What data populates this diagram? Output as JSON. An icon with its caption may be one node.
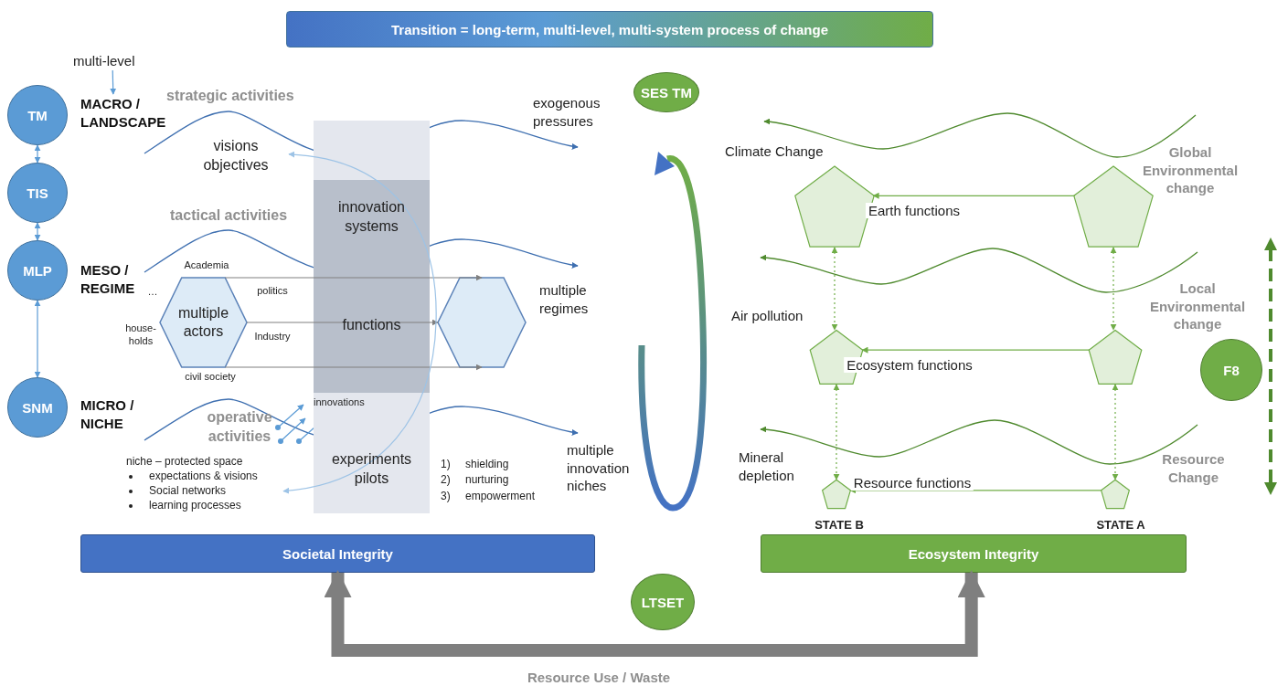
{
  "diagram": {
    "nodes": [
      {
        "text": [
          "Transition = long-term, multi-level, multi-system process of change"
        ]
      },
      {
        "text": [
          "multi-level"
        ]
      },
      {
        "text": [
          "TM"
        ]
      },
      {
        "text": [
          "TIS"
        ]
      },
      {
        "text": [
          "MLP"
        ]
      },
      {
        "text": [
          "SNM"
        ]
      },
      {
        "text": [
          "MACRO / LANDSCAPE"
        ]
      },
      {
        "text": [
          "MESO / REGIME"
        ]
      },
      {
        "text": [
          "MICRO / NICHE"
        ]
      },
      {
        "text": [
          "visions objectives"
        ]
      },
      {
        "text": [
          "multiple actors"
        ],
        "beside": [
          "Academia",
          "politics",
          "Industry",
          "civil society",
          "house- holds",
          "…"
        ]
      },
      {
        "text": [],
        "shape": "hexagon"
      },
      {
        "text": [
          "niche – protected space",
          "expectations & visions",
          "Social networks",
          "learning processes"
        ]
      },
      {
        "text": [
          "SES TM"
        ]
      },
      {
        "text": [],
        "shape": "pentagon"
      },
      {
        "text": [],
        "shape": "pentagon"
      },
      {
        "text": [],
        "shape": "pentagon"
      },
      {
        "text": [],
        "shape": "pentagon"
      },
      {
        "text": [],
        "shape": "pentagon",
        "beside": [
          "STATE B"
        ]
      },
      {
        "text": [],
        "shape": "pentagon",
        "beside": [
          "STATE A"
        ]
      },
      {
        "text": [
          "F8"
        ]
      },
      {
        "text": [
          "Societal Integrity"
        ]
      },
      {
        "text": [
          "Ecosystem Integrity"
        ]
      },
      {
        "text": [
          "LTSET"
        ]
      }
    ],
    "edges": [
      {
        "from": 1,
        "to": 6,
        "arrow": "to",
        "color": "#5b9bd5"
      },
      {
        "from": 2,
        "to": 3,
        "arrow": "both",
        "color": "#5b9bd5"
      },
      {
        "from": 3,
        "to": 4,
        "arrow": "both",
        "color": "#5b9bd5"
      },
      {
        "from": 4,
        "to": 5,
        "arrow": "both",
        "color": "#5b9bd5"
      },
      {
        "from": 10,
        "to": 11,
        "arrow": "to",
        "color": "#808080"
      },
      {
        "from": 10,
        "to": 11,
        "arrow": "to",
        "color": "#808080"
      },
      {
        "from": 10,
        "to": 11,
        "arrow": "to",
        "color": "#808080"
      },
      {
        "from": 9,
        "to": 12,
        "arrow": "both",
        "color": "#9dc3e6"
      },
      {
        "from": 15,
        "to": 14,
        "arrow": "to",
        "label": "Earth functions"
      },
      {
        "from": 17,
        "to": 16,
        "arrow": "to",
        "label": "Ecosystem functions"
      },
      {
        "from": 19,
        "to": 18,
        "arrow": "to",
        "label": "Resource functions"
      },
      {
        "from": 14,
        "to": 16,
        "arrow": "both",
        "style": "dashed"
      },
      {
        "from": 16,
        "to": 18,
        "arrow": "both",
        "style": "dashed"
      },
      {
        "from": 15,
        "to": 17,
        "arrow": "both",
        "style": "dashed"
      },
      {
        "from": 17,
        "to": 19,
        "arrow": "both",
        "style": "dashed"
      },
      {
        "from": 21,
        "to": 22,
        "arrow": "both",
        "style": "thick",
        "color": "#7f7f7f",
        "label": "Resource Use / Waste"
      }
    ],
    "labels": [
      "strategic activities",
      "exogenous pressures",
      "tactical activities",
      "multiple regimes",
      "operative activities",
      "multiple innovation niches",
      "1)",
      "shielding",
      "2)",
      "nurturing",
      "3)",
      "empowerment",
      "Climate Change",
      "Global Environmental change",
      "Local Environmental change",
      "Air pollution",
      "Mineral depletion",
      "Resource Change",
      "innovation systems",
      "functions",
      "innovations",
      "experiments pilots"
    ]
  }
}
